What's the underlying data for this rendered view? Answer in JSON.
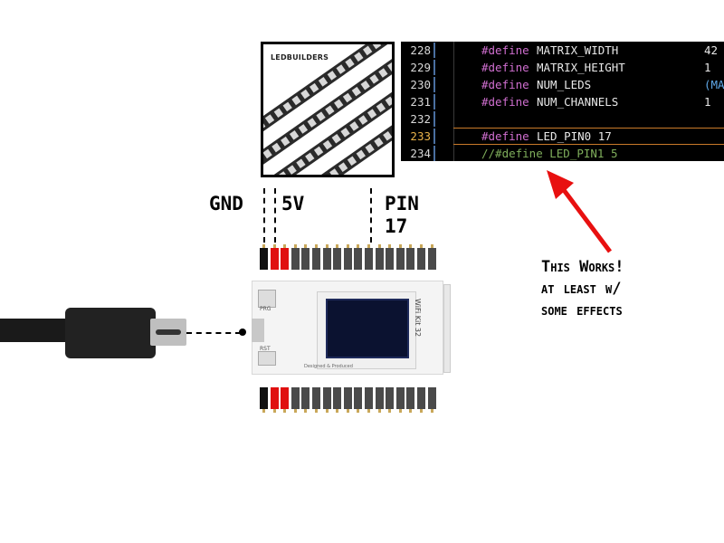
{
  "led_panel": {
    "brand": "LEDBUILDERS"
  },
  "code_editor": {
    "lines": [
      {
        "num": "228",
        "keyword": "#define",
        "name": "MATRIX_WIDTH",
        "value": "42",
        "value_color": "white"
      },
      {
        "num": "229",
        "keyword": "#define",
        "name": "MATRIX_HEIGHT",
        "value": "1",
        "value_color": "white"
      },
      {
        "num": "230",
        "keyword": "#define",
        "name": "NUM_LEDS",
        "value": "(MA",
        "value_color": "blue"
      },
      {
        "num": "231",
        "keyword": "#define",
        "name": "NUM_CHANNELS",
        "value": "1",
        "value_color": "white"
      },
      {
        "num": "232",
        "keyword": "",
        "name": "",
        "value": ""
      },
      {
        "num": "233",
        "keyword": "#define",
        "name": "LED_PIN0 17",
        "value": "",
        "active": true
      },
      {
        "num": "234",
        "comment": "//#define LED_PIN1 5"
      }
    ]
  },
  "labels": {
    "gnd": "GND",
    "five_v": "5V",
    "pin": "PIN",
    "pin_num": "17"
  },
  "annotation": {
    "line1": "This Works!",
    "line2": "at least w/",
    "line3": "some effects"
  },
  "board": {
    "name": "WiFi Kit 32",
    "btn_prg": "PRG",
    "btn_rst": "RST",
    "footer": "Designed & Produced"
  },
  "colors": {
    "arrow": "#e81010",
    "pin_red": "#e01010",
    "pin_black": "#111111",
    "pin_gray": "#4a4a4a"
  }
}
